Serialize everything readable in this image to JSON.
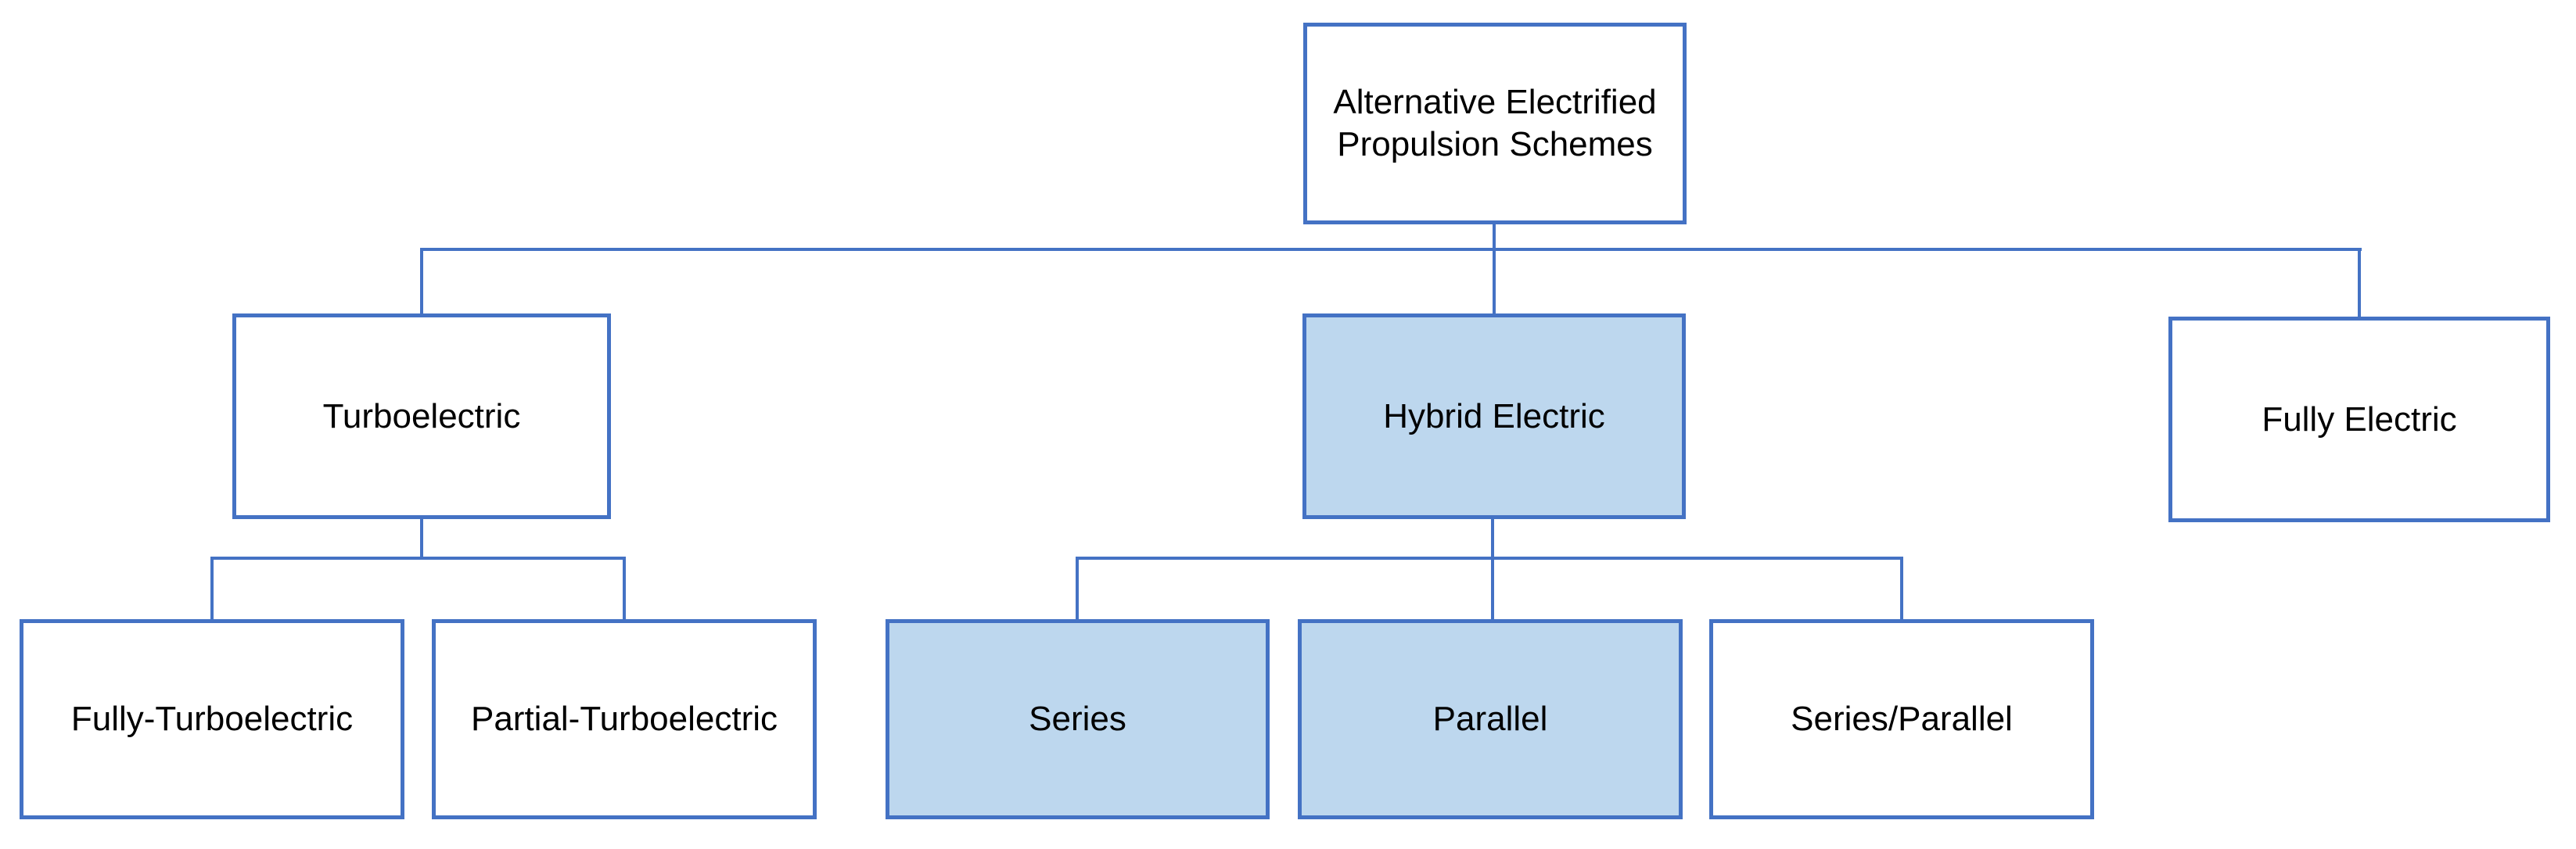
{
  "diagram": {
    "type": "tree",
    "title": "Alternative Electrified Propulsion Schemes",
    "colors": {
      "line": "#4472C4",
      "highlight_fill": "#BDD7EE",
      "box_fill": "#FFFFFF",
      "text": "#000000"
    },
    "nodes": [
      {
        "id": "root",
        "label": "Alternative Electrified Propulsion Schemes",
        "highlighted": false
      },
      {
        "id": "turboelectric",
        "label": "Turboelectric",
        "highlighted": false
      },
      {
        "id": "hybrid-electric",
        "label": "Hybrid Electric",
        "highlighted": true
      },
      {
        "id": "fully-electric",
        "label": "Fully Electric",
        "highlighted": false
      },
      {
        "id": "fully-turboelectric",
        "label": "Fully-Turboelectric",
        "highlighted": false
      },
      {
        "id": "partial-turboelectric",
        "label": "Partial-Turboelectric",
        "highlighted": false
      },
      {
        "id": "series",
        "label": "Series",
        "highlighted": true
      },
      {
        "id": "parallel",
        "label": "Parallel",
        "highlighted": true
      },
      {
        "id": "series-parallel",
        "label": "Series/Parallel",
        "highlighted": false
      }
    ],
    "edges": [
      {
        "from": "root",
        "to": "turboelectric"
      },
      {
        "from": "root",
        "to": "hybrid-electric"
      },
      {
        "from": "root",
        "to": "fully-electric"
      },
      {
        "from": "turboelectric",
        "to": "fully-turboelectric"
      },
      {
        "from": "turboelectric",
        "to": "partial-turboelectric"
      },
      {
        "from": "hybrid-electric",
        "to": "series"
      },
      {
        "from": "hybrid-electric",
        "to": "parallel"
      },
      {
        "from": "hybrid-electric",
        "to": "series-parallel"
      }
    ]
  }
}
